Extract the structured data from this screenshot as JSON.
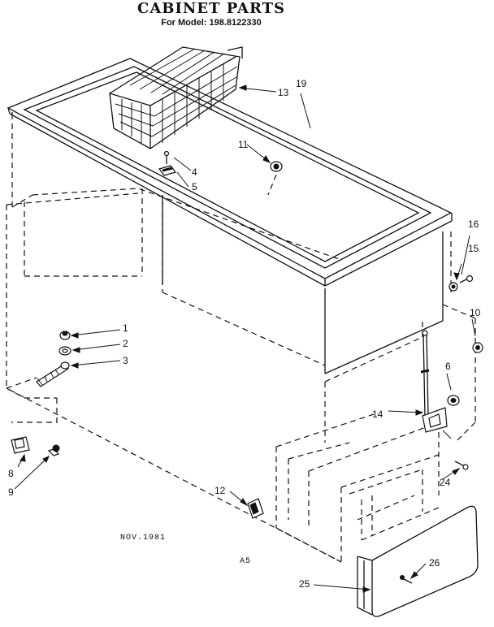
{
  "header": {
    "title": "CABINET PARTS",
    "subtitle": "For Model: 198.8122330"
  },
  "callouts": {
    "c1": "1",
    "c2": "2",
    "c3": "3",
    "c4": "4",
    "c5": "5",
    "c6": "6",
    "c8": "8",
    "c9": "9",
    "c10": "10",
    "c11": "11",
    "c12": "12",
    "c13": "13",
    "c14": "14",
    "c15": "15",
    "c16": "16",
    "c19": "19",
    "c24": "24",
    "c25": "25",
    "c26": "26"
  },
  "footer": {
    "date": "NOV.1981",
    "code": "A5"
  }
}
